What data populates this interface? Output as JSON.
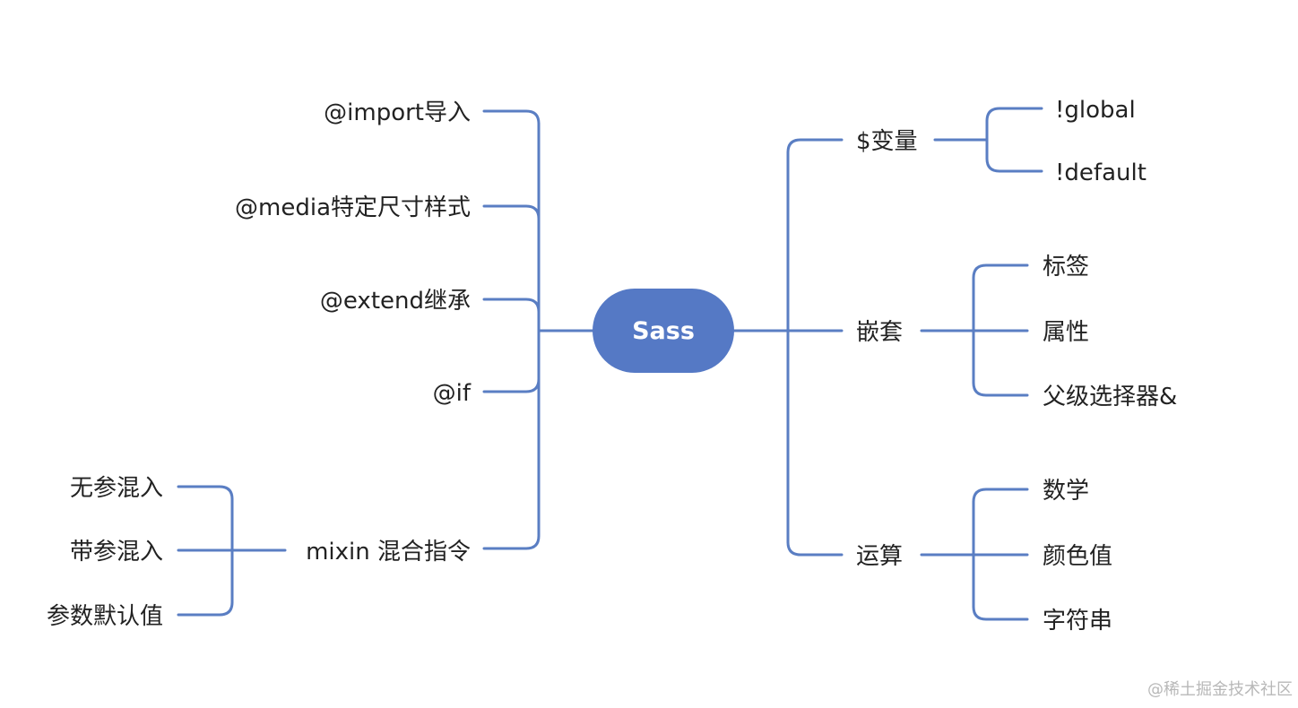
{
  "root": {
    "label": "Sass"
  },
  "left_branches": [
    {
      "label": "@import导入"
    },
    {
      "label": "@media特定尺寸样式"
    },
    {
      "label": "@extend继承"
    },
    {
      "label": "@if"
    },
    {
      "label": "mixin 混合指令",
      "children": [
        {
          "label": "无参混入"
        },
        {
          "label": "带参混入"
        },
        {
          "label": "参数默认值"
        }
      ]
    }
  ],
  "right_branches": [
    {
      "label": "$变量",
      "children": [
        {
          "label": "!global"
        },
        {
          "label": "!default"
        }
      ]
    },
    {
      "label": "嵌套",
      "children": [
        {
          "label": "标签"
        },
        {
          "label": "属性"
        },
        {
          "label": "父级选择器&"
        }
      ]
    },
    {
      "label": "运算",
      "children": [
        {
          "label": "数学"
        },
        {
          "label": "颜色值"
        },
        {
          "label": "字符串"
        }
      ]
    }
  ],
  "watermark": "@稀土掘金技术社区",
  "colors": {
    "line": "#5a7ec3",
    "root_fill": "#5579c5",
    "text": "#222222",
    "watermark": "#b8b8b8"
  }
}
